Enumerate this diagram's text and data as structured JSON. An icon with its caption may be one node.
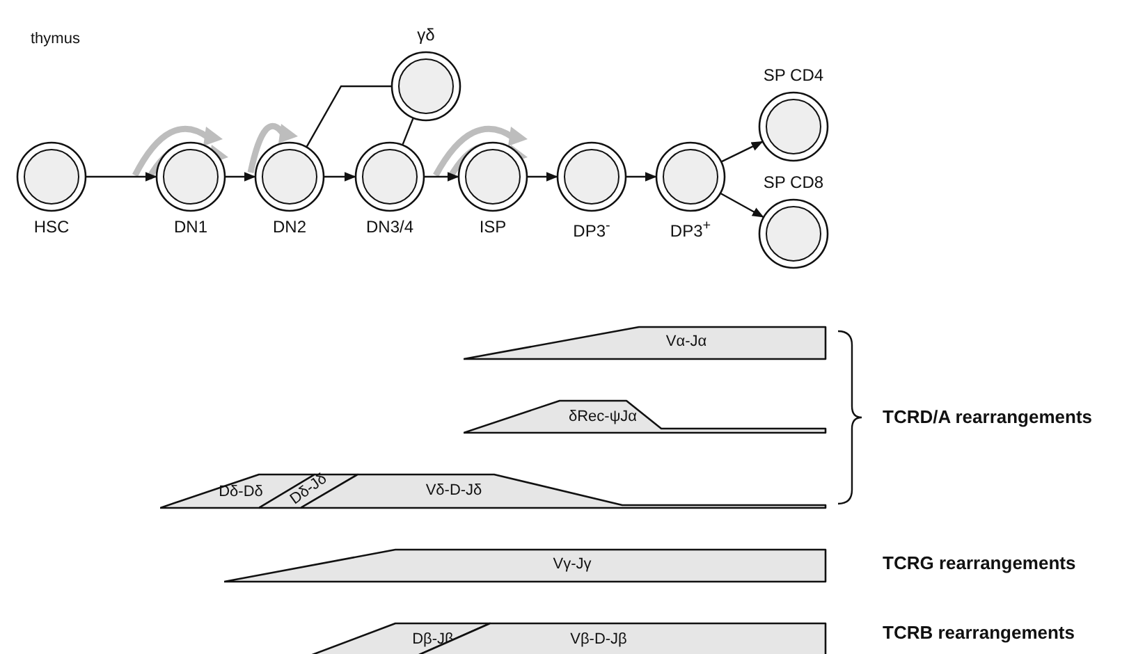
{
  "diagram": {
    "nodes": [
      {
        "text": [
          "HSC"
        ]
      },
      {
        "text": [
          "DN1"
        ]
      },
      {
        "text": [
          "DN2"
        ]
      },
      {
        "text": [
          "DN3/4"
        ]
      },
      {
        "text": [
          "γδ"
        ]
      },
      {
        "text": [
          "ISP"
        ]
      },
      {
        "text": [
          "DP3$^{-}$"
        ]
      },
      {
        "text": [
          "DP3$^{+}$"
        ]
      },
      {
        "text": [
          "SP CD4"
        ]
      },
      {
        "text": [
          "SP CD8"
        ]
      },
      {
        "text": [
          "Vα-Jα"
        ]
      },
      {
        "text": [
          "δRec-ψJα"
        ]
      },
      {
        "text": [
          "Dδ-Dδ"
        ]
      },
      {
        "text": [
          "Dδ-Jδ"
        ]
      },
      {
        "text": [
          "Vδ-D-Jδ"
        ]
      },
      {
        "text": [
          "Vγ-Jγ"
        ]
      },
      {
        "text": [
          "Dβ-Jβ"
        ]
      },
      {
        "text": [
          "Vβ-D-Jβ"
        ]
      }
    ],
    "edges": [
      {
        "from": 0,
        "to": 1,
        "arrow": "to"
      },
      {
        "from": 1,
        "to": 2,
        "arrow": "to"
      },
      {
        "from": 2,
        "to": 3,
        "arrow": "to"
      },
      {
        "from": 3,
        "to": 5,
        "arrow": "to"
      },
      {
        "from": 5,
        "to": 6,
        "arrow": "to"
      },
      {
        "from": 6,
        "to": 7,
        "arrow": "to"
      },
      {
        "from": 7,
        "to": 8,
        "arrow": "to"
      },
      {
        "from": 7,
        "to": 9,
        "arrow": "to"
      },
      {
        "from": 2,
        "to": 4,
        "arrow": "none"
      },
      {
        "from": 3,
        "to": 4,
        "arrow": "none"
      }
    ],
    "labels": [
      "thymus",
      "TCRD/A rearrangements",
      "TCRG rearrangements",
      "TCRB rearrangements"
    ]
  }
}
